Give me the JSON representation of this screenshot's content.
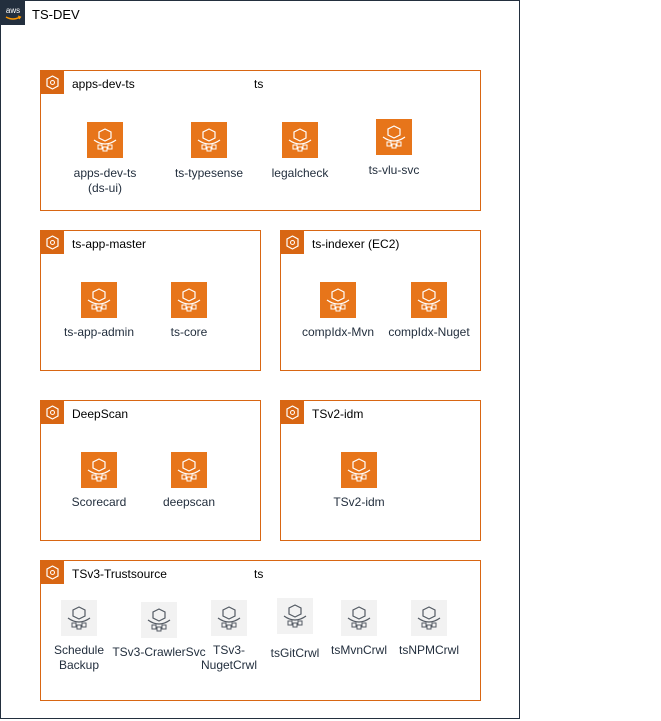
{
  "title": "TS-DEV",
  "groups": {
    "apps": {
      "title": "apps-dev-ts",
      "extra": "ts",
      "items": [
        "apps-dev-ts\n(ds-ui)",
        "ts-typesense",
        "legalcheck",
        "ts-vlu-svc"
      ]
    },
    "master": {
      "title": "ts-app-master",
      "items": [
        "ts-app-admin",
        "ts-core"
      ]
    },
    "indexer": {
      "title": "ts-indexer (EC2)",
      "items": [
        "compIdx-Mvn",
        "compIdx-Nuget"
      ]
    },
    "deepscan": {
      "title": "DeepScan",
      "items": [
        "Scorecard",
        "deepscan"
      ]
    },
    "tsv2": {
      "title": "TSv2-idm",
      "items": [
        "TSv2-idm"
      ]
    },
    "tsv3": {
      "title": "TSv3-Trustsource",
      "extra": "ts",
      "items": [
        "Schedule\nBackup",
        "TSv3-CrawlerSvc",
        "TSv3-\nNugetCrwl",
        "tsGitCrwl",
        "tsMvnCrwl",
        "tsNPMCrwl"
      ]
    }
  },
  "colors": {
    "accent": "#D86613",
    "icon_fill": "#E7751A",
    "disabled_icon_fill": "#F2F2F2",
    "disabled_icon_stroke": "#545B64",
    "aws_dark": "#232F3E"
  },
  "icons": {
    "aws_logo": "aws-logo-icon",
    "group": "ec2-instance-group-icon",
    "service": "fargate-service-icon"
  }
}
